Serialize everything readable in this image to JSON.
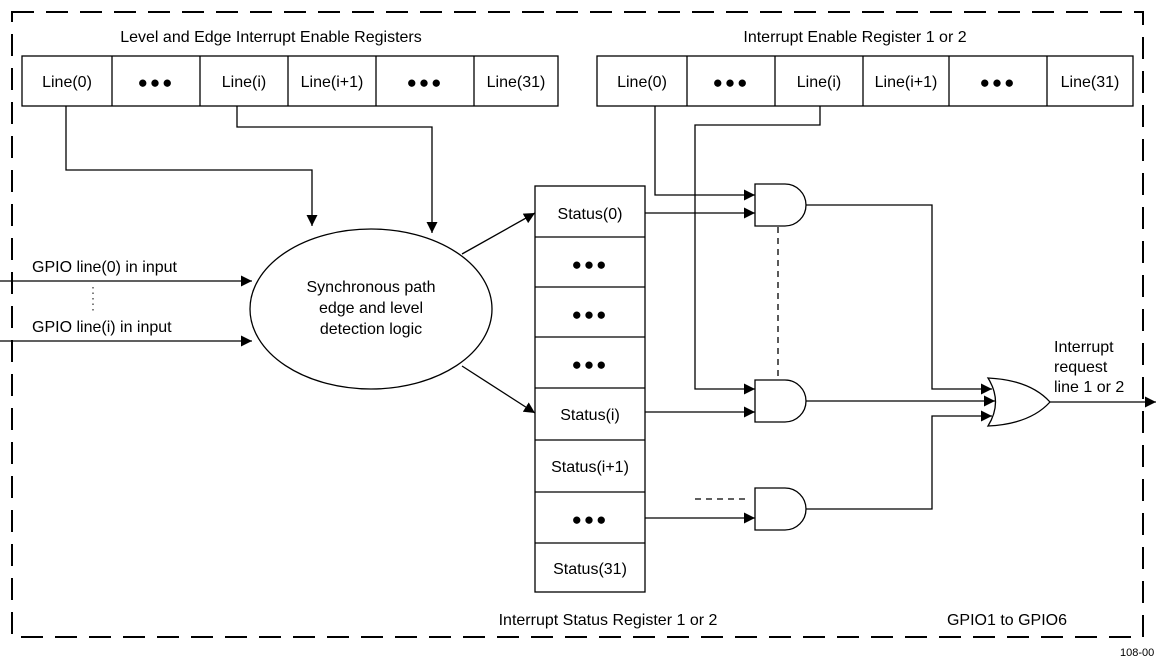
{
  "titles": {
    "level_edge_registers": "Level and Edge Interrupt Enable Registers",
    "interrupt_enable_register": "Interrupt Enable Register 1 or 2",
    "interrupt_status_register": "Interrupt Status Register 1 or 2",
    "module_name": "GPIO1 to GPIO6",
    "figure_code": "108-00"
  },
  "level_edge_cells": [
    "Line(0)",
    "●●●",
    "Line(i)",
    "Line(i+1)",
    "●●●",
    "Line(31)"
  ],
  "enable_cells": [
    "Line(0)",
    "●●●",
    "Line(i)",
    "Line(i+1)",
    "●●●",
    "Line(31)"
  ],
  "status_cells": [
    "Status(0)",
    "●●●",
    "●●●",
    "●●●",
    "Status(i)",
    "Status(i+1)",
    "●●●",
    "Status(31)"
  ],
  "inputs": {
    "line0": "GPIO line(0) in input",
    "linei": "GPIO line(i) in input"
  },
  "detector": {
    "line1": "Synchronous path",
    "line2": "edge and level",
    "line3": "detection logic"
  },
  "output": {
    "line1": "Interrupt",
    "line2": "request",
    "line3": "line 1 or 2"
  }
}
